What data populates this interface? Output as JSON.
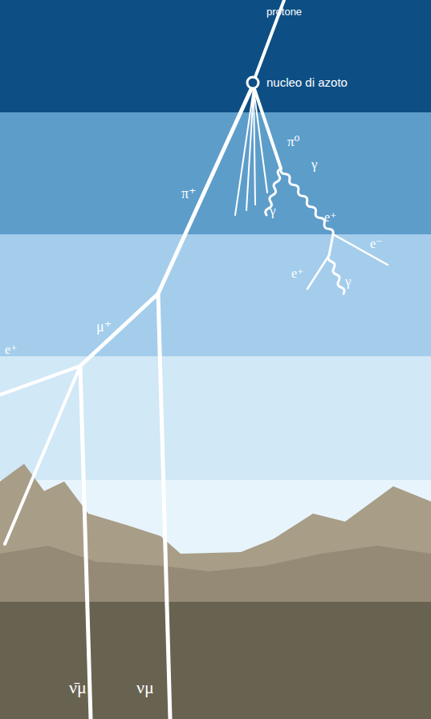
{
  "diagram": {
    "labels": [
      "protone",
      "nucleo di azoto",
      "π⁰",
      "γ",
      "γ",
      "e⁺",
      "e⁻",
      "e⁺",
      "γ",
      "π⁺",
      "μ⁺",
      "e⁺",
      "ν̄μ",
      "νμ"
    ]
  }
}
